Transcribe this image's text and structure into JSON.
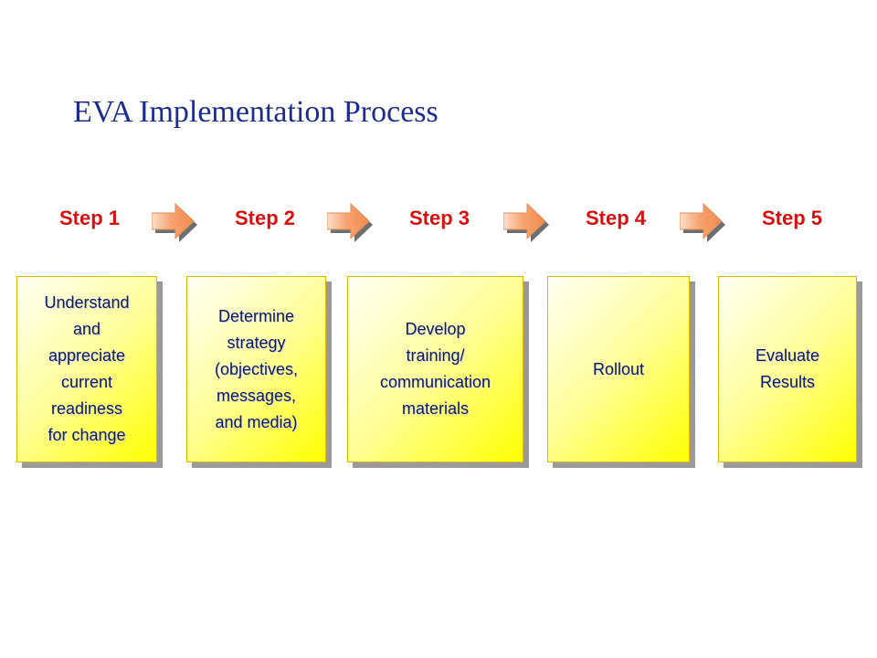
{
  "title": "EVA Implementation Process",
  "steps": [
    {
      "label": "Step 1",
      "lines": [
        "Understand",
        "and",
        "appreciate",
        "current",
        "readiness",
        "for change"
      ]
    },
    {
      "label": "Step 2",
      "lines": [
        "Determine",
        "strategy",
        "(objectives,",
        "messages,",
        "and media)"
      ]
    },
    {
      "label": "Step 3",
      "lines": [
        "Develop",
        "training/",
        "communication",
        "materials"
      ]
    },
    {
      "label": "Step 4",
      "lines": [
        "Rollout"
      ]
    },
    {
      "label": "Step 5",
      "lines": [
        "Evaluate",
        "Results"
      ]
    }
  ],
  "colors": {
    "title": "#1f2c8f",
    "step_label": "#d90f0f",
    "box_text": "#0d1a66",
    "box_border": "#e0b800",
    "box_fill_light": "#fffff6",
    "box_fill_dark": "#ffff00",
    "arrow_fill": "#f7a572",
    "arrow_shadow": "#6e6e6e"
  },
  "icons": [
    "arrow-right-icon"
  ]
}
